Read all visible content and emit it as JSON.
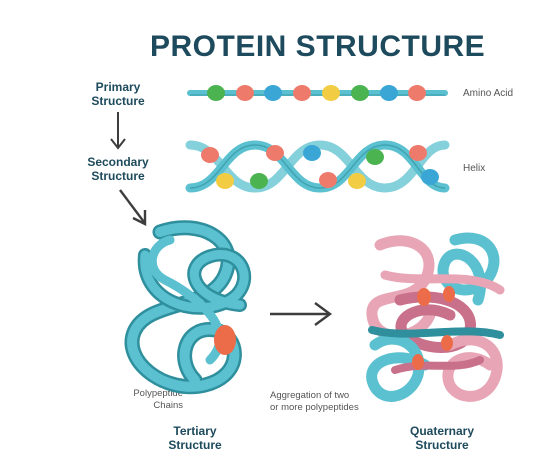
{
  "title": "PROTEIN STRUCTURE",
  "stages": {
    "primary": {
      "line1": "Primary",
      "line2": "Structure"
    },
    "secondary": {
      "line1": "Secondary",
      "line2": "Structure"
    },
    "tertiary": {
      "line1": "Tertiary",
      "line2": "Structure"
    },
    "quaternary": {
      "line1": "Quaternary",
      "line2": "Structure"
    }
  },
  "side_labels": {
    "amino_acid": "Amino Acid",
    "helix": "Helix",
    "polypeptide": {
      "line1": "Polypeptide",
      "line2": "Chains"
    },
    "aggregation": {
      "line1": "Aggregation of two",
      "line2": "or more polypeptides"
    }
  },
  "colors": {
    "title": "#1d4a5c",
    "strand": "#5bc0cf",
    "strand_dark": "#2f8f9d",
    "pink": "#e8a5b6",
    "pink_dark": "#c9708a",
    "bead_green": "#4bb34f",
    "bead_salmon": "#ee7a6c",
    "bead_blue": "#3aa6d6",
    "bead_yellow": "#f2cd44",
    "orange": "#ec6c4a",
    "arrow": "#3d3d3d"
  }
}
